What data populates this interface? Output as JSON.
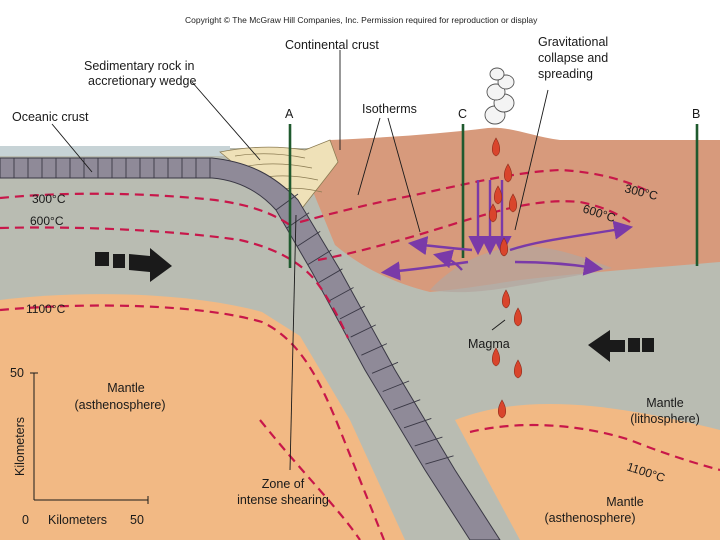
{
  "copyright": "Copyright © The McGraw Hill Companies, Inc. Permission required for reproduction or display",
  "labels": {
    "oceanic_crust": "Oceanic crust",
    "sed_rock_line1": "Sedimentary rock in",
    "sed_rock_line2": "accretionary wedge",
    "continental_crust": "Continental crust",
    "gravitational_line1": "Gravitational",
    "gravitational_line2": "collapse and",
    "gravitational_line3": "spreading",
    "isotherms": "Isotherms",
    "section_a": "A",
    "section_c": "C",
    "section_b": "B",
    "magma": "Magma",
    "mantle_left_line1": "Mantle",
    "mantle_left_line2": "(asthenosphere)",
    "mantle_right_line1": "Mantle",
    "mantle_right_line2": "(lithosphere)",
    "mantle_bottom_line1": "Mantle",
    "mantle_bottom_line2": "(asthenosphere)",
    "zone_line1": "Zone of",
    "zone_line2": "intense shearing"
  },
  "isotherm_labels": {
    "left_300": "300°C",
    "left_600": "600°C",
    "left_1100": "1100°C",
    "right_300": "300°C",
    "right_600": "600°C",
    "right_1100": "1100°C"
  },
  "scale": {
    "vertical_value": "50",
    "vertical_label": "Kilometers",
    "origin": "0",
    "horizontal_label": "Kilometers",
    "horizontal_value": "50"
  },
  "colors": {
    "mantle_gray": "#b9bcb2",
    "asthenosphere_orange": "#f2b984",
    "continental_crust": "#d79a7c",
    "oceanic_crust": "#8f8a98",
    "isotherm": "#c8174a",
    "flow_arrow": "#7a3aa8",
    "magma": "#d9452c"
  }
}
